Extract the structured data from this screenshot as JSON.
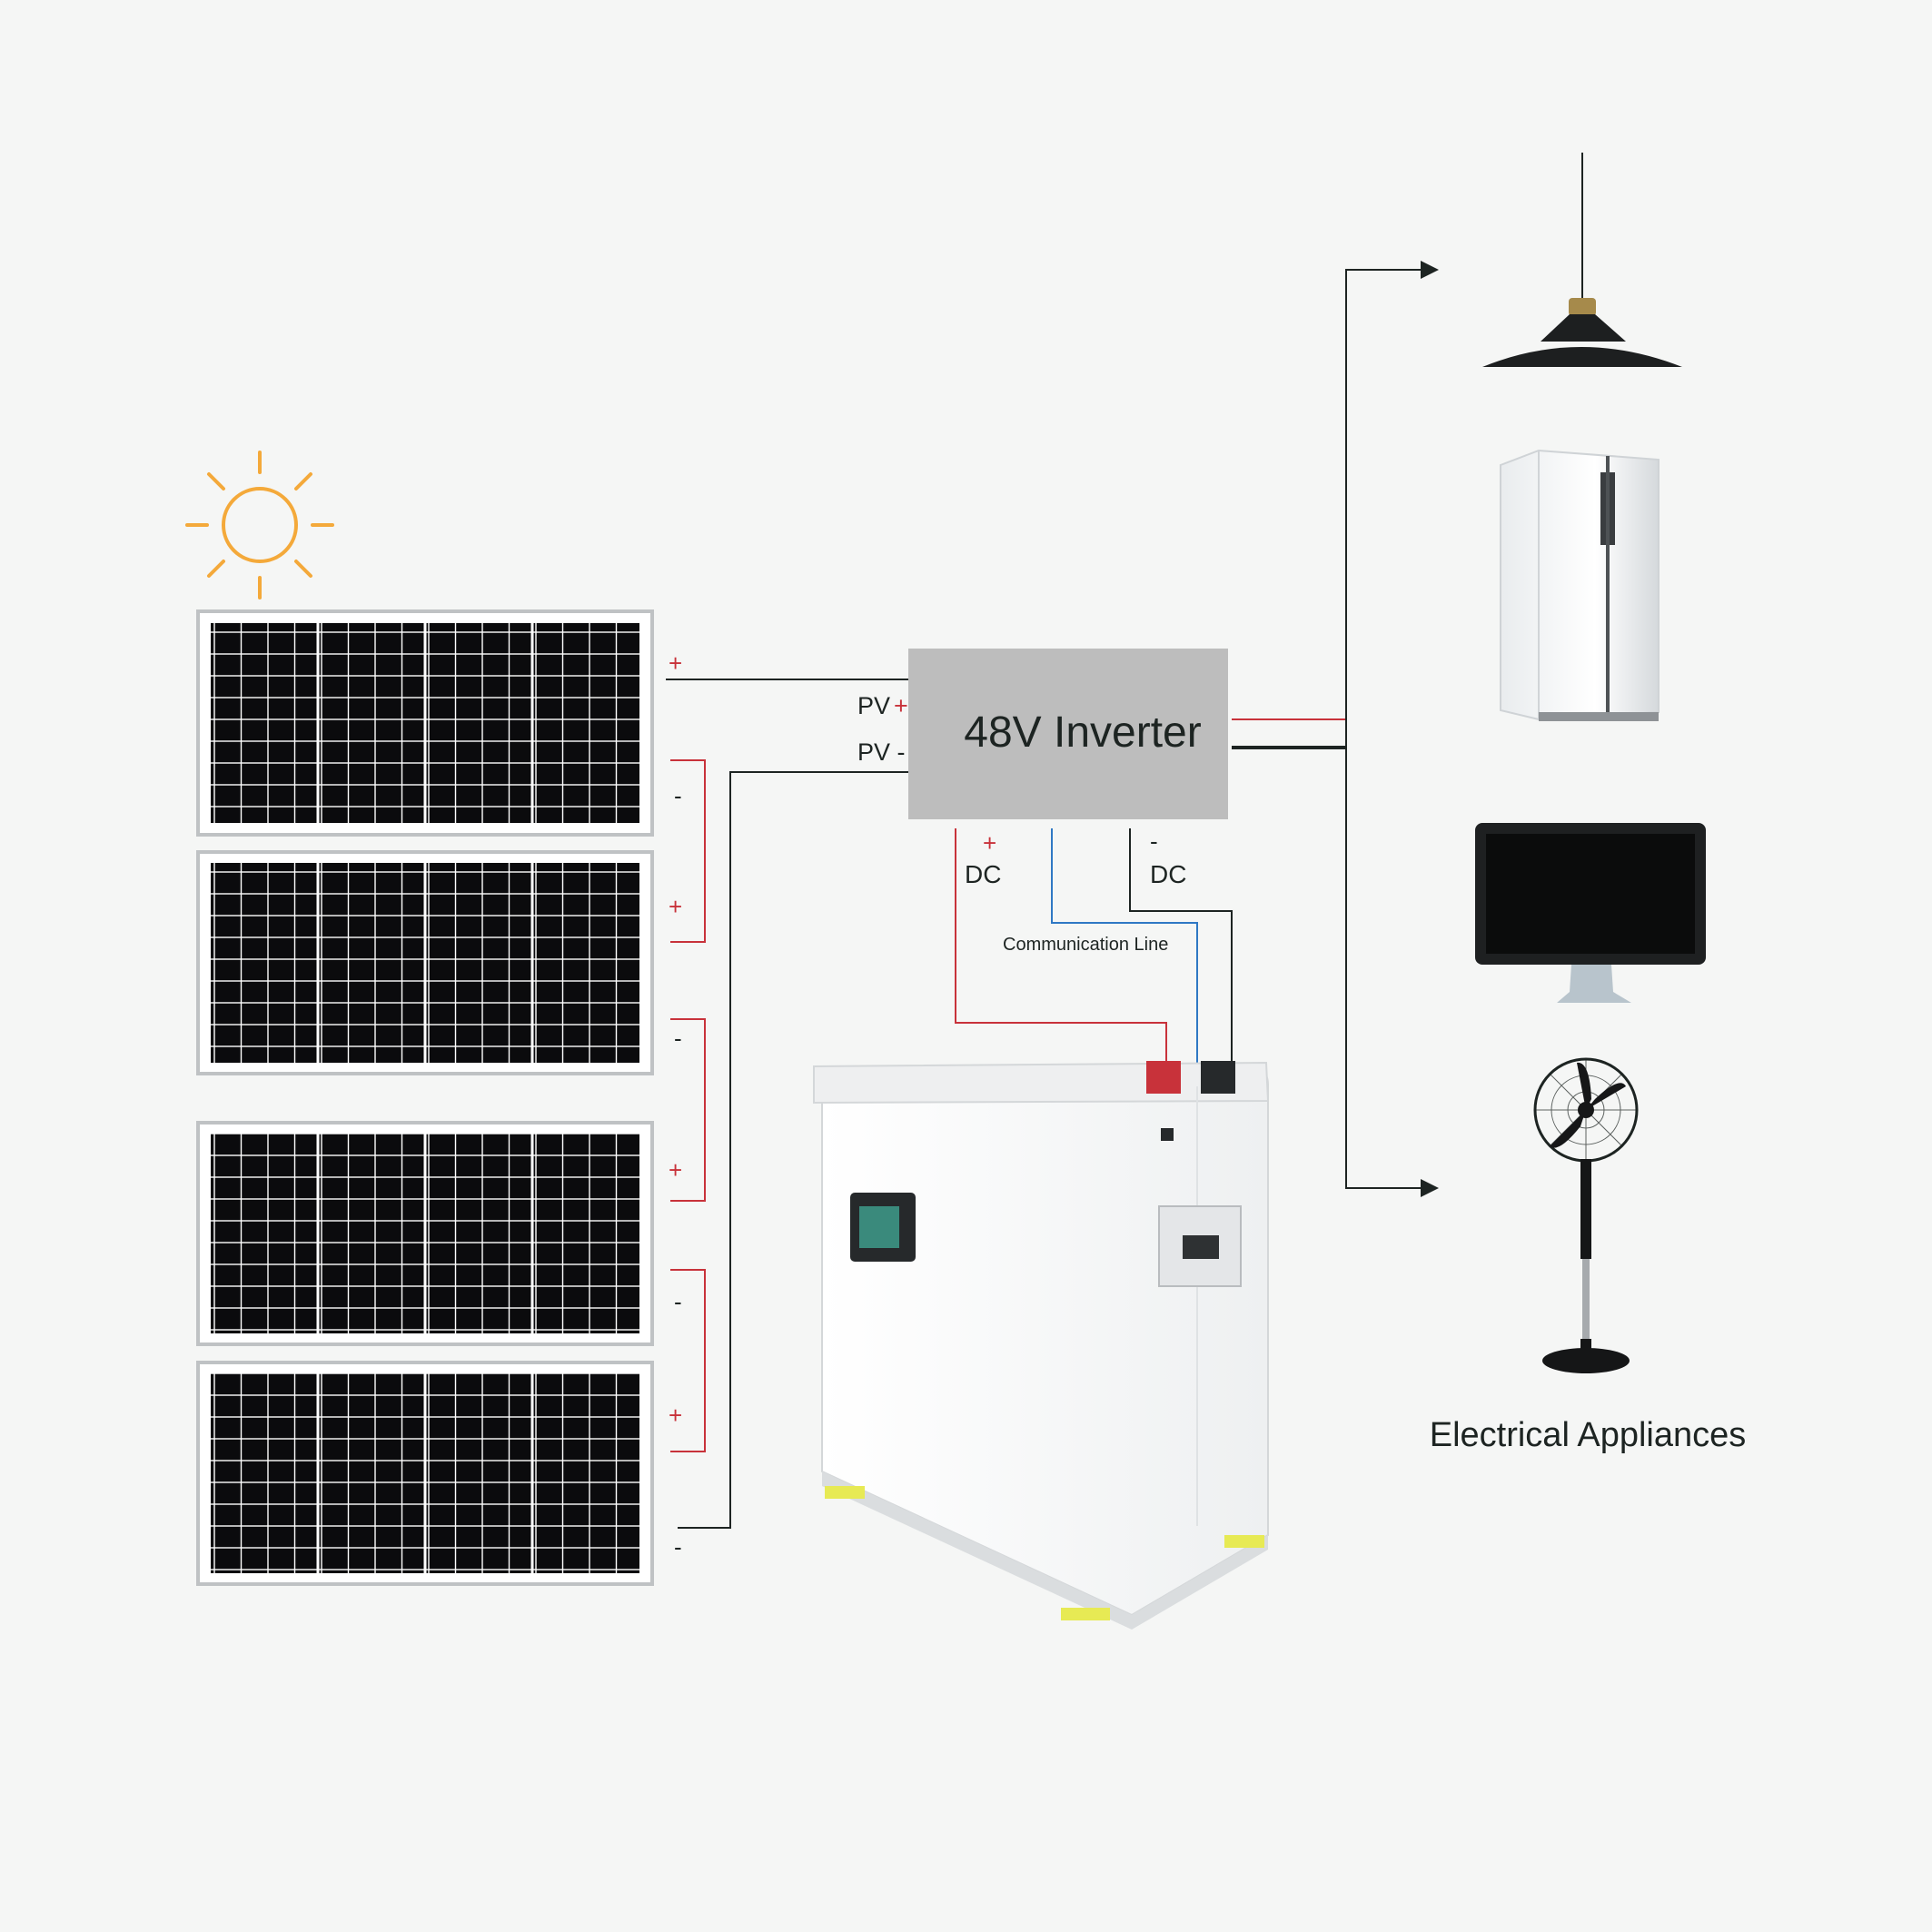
{
  "inverter": {
    "title": "48V Inverter",
    "pv_plus": "PV",
    "pv_minus": "PV -"
  },
  "dc": {
    "plus_sign": "+",
    "plus_label": "DC",
    "minus_sign": "-",
    "minus_label": "DC"
  },
  "communication": {
    "label": "Communication Line"
  },
  "panels": {
    "signs": [
      "+",
      "-",
      "+",
      "-",
      "+",
      "-",
      "+",
      "-"
    ]
  },
  "appliances": {
    "label": "Electrical Appliances"
  },
  "colors": {
    "background": "#f5f6f5",
    "sun": "#f4a93a",
    "positive_wire": "#c8323a",
    "negative_wire": "#1d2422",
    "communication_wire": "#2f78c4",
    "inverter_box": "#bdbdbd",
    "panel_cell": "#0b0b0d",
    "panel_frame": "#bfc2c4"
  },
  "icons": [
    "sun-icon",
    "solar-panel-icon",
    "battery-icon",
    "pendant-lamp-icon",
    "refrigerator-icon",
    "monitor-icon",
    "fan-icon",
    "arrow-right-icon"
  ]
}
